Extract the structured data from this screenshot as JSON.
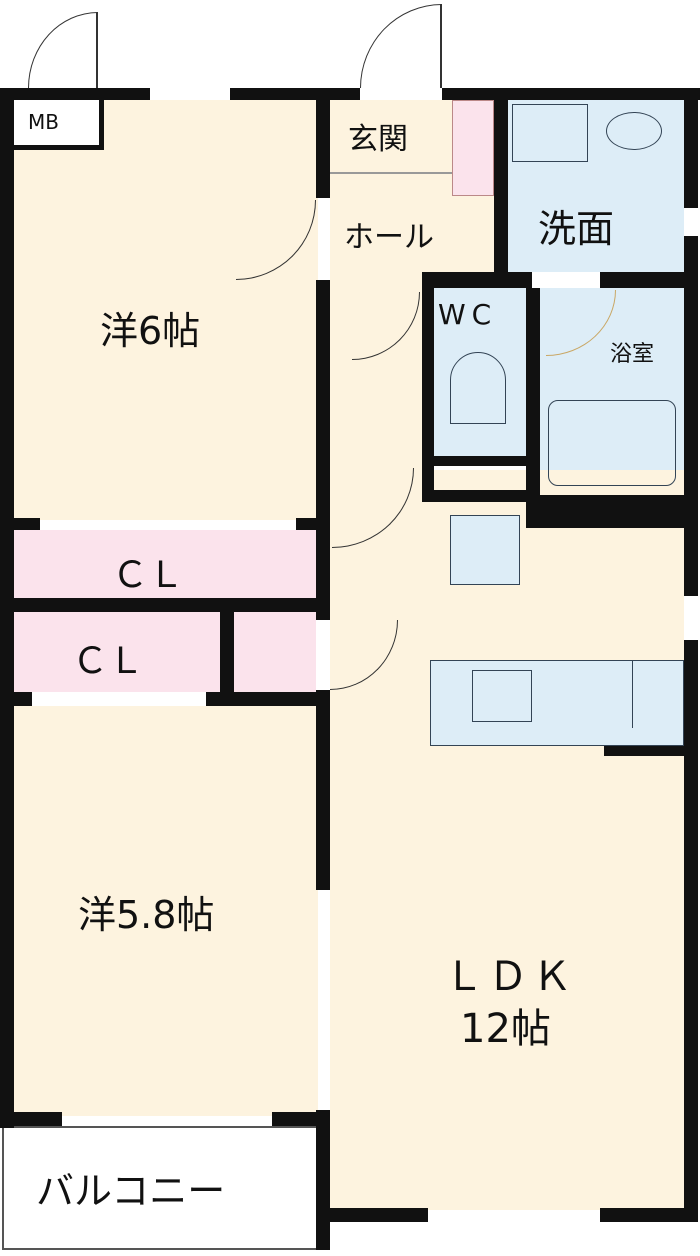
{
  "rooms": {
    "mb": "MB",
    "genkan": "玄関",
    "hall": "ホール",
    "washroom": "洗面",
    "wc": "WC",
    "bath": "浴室",
    "western1": "洋6帖",
    "cl1": "ＣＬ",
    "cl2": "ＣＬ",
    "western2": "洋5.8帖",
    "ldk": "ＬＤＫ",
    "ldk_size": "12帖",
    "balcony": "バルコニー"
  },
  "colors": {
    "floor": "#fdf3df",
    "closet": "#fbe3ec",
    "wet": "#ddedf7",
    "wall": "#111111"
  }
}
